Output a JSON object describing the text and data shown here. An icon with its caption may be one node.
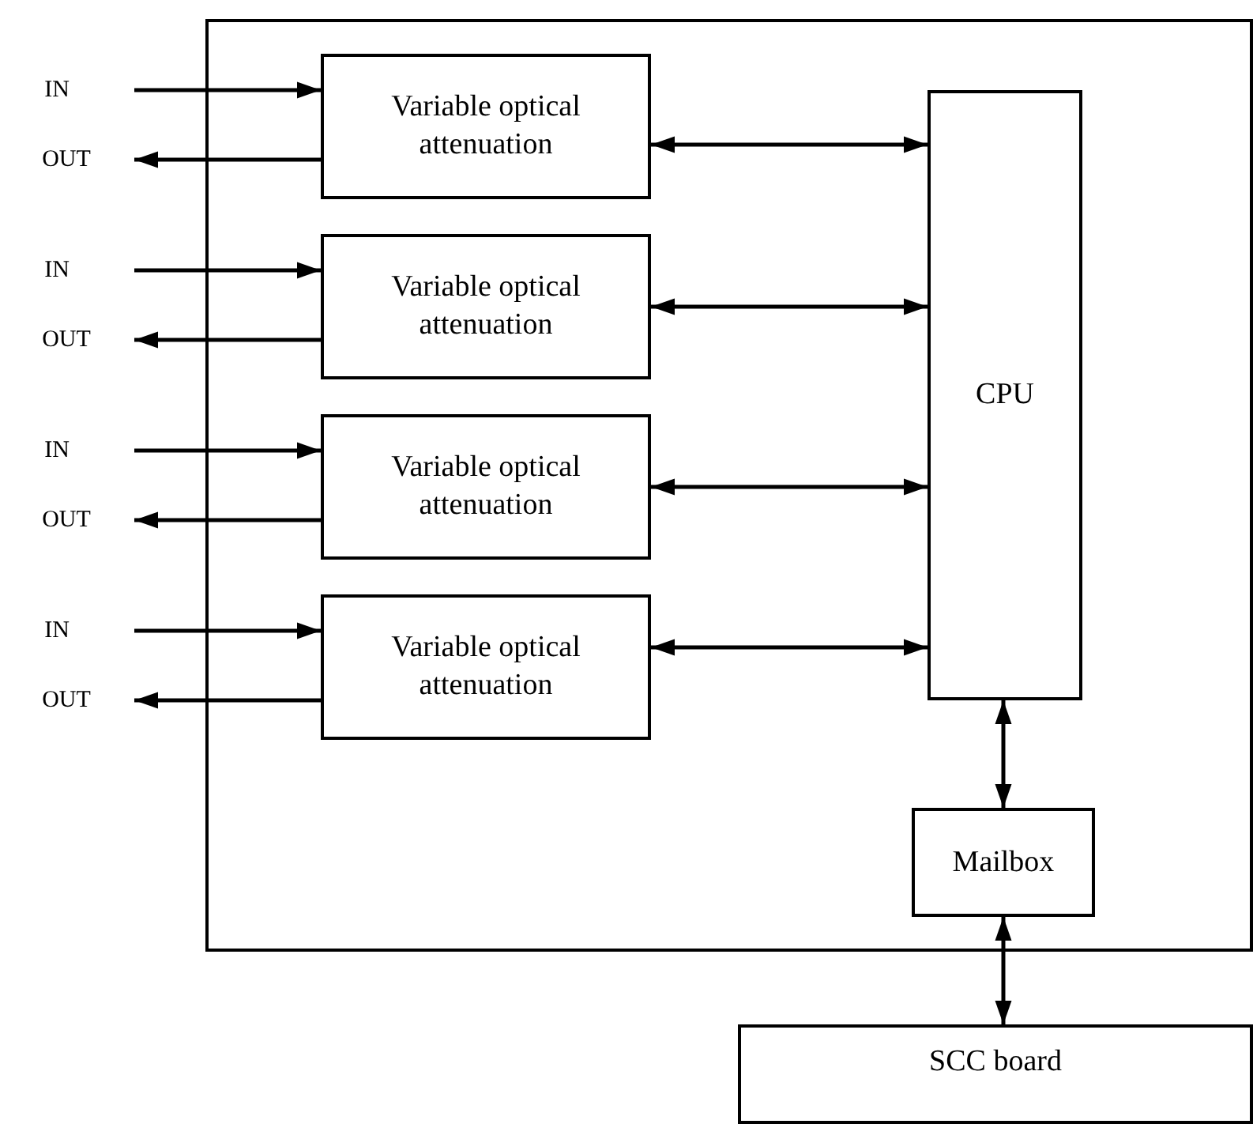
{
  "diagram": {
    "nodes": [
      {
        "text": [],
        "shape": "box"
      },
      {
        "text": [
          "IN"
        ]
      },
      {
        "text": [
          "OUT"
        ]
      },
      {
        "text": [
          "Variable optical attenuation"
        ],
        "in": 0
      },
      {
        "text": [
          "IN"
        ]
      },
      {
        "text": [
          "OUT"
        ]
      },
      {
        "text": [
          "Variable optical attenuation"
        ],
        "in": 0
      },
      {
        "text": [
          "IN"
        ]
      },
      {
        "text": [
          "OUT"
        ]
      },
      {
        "text": [
          "Variable optical attenuation"
        ],
        "in": 0
      },
      {
        "text": [
          "IN"
        ]
      },
      {
        "text": [
          "OUT"
        ]
      },
      {
        "text": [
          "Variable optical attenuation"
        ],
        "in": 0
      },
      {
        "text": [
          "CPU"
        ],
        "in": 0
      },
      {
        "text": [
          "Mailbox"
        ],
        "in": 0
      },
      {
        "text": [
          "SCC board"
        ]
      }
    ],
    "edges": [
      {
        "from": 1,
        "to": 3,
        "arrow": "to"
      },
      {
        "from": 3,
        "to": 2,
        "arrow": "to"
      },
      {
        "from": 4,
        "to": 6,
        "arrow": "to"
      },
      {
        "from": 6,
        "to": 5,
        "arrow": "to"
      },
      {
        "from": 7,
        "to": 9,
        "arrow": "to"
      },
      {
        "from": 9,
        "to": 8,
        "arrow": "to"
      },
      {
        "from": 10,
        "to": 12,
        "arrow": "to"
      },
      {
        "from": 12,
        "to": 11,
        "arrow": "to"
      },
      {
        "from": 3,
        "to": 13,
        "arrow": "both"
      },
      {
        "from": 6,
        "to": 13,
        "arrow": "both"
      },
      {
        "from": 9,
        "to": 13,
        "arrow": "both"
      },
      {
        "from": 12,
        "to": 13,
        "arrow": "both"
      },
      {
        "from": 13,
        "to": 14,
        "arrow": "both"
      },
      {
        "from": 14,
        "to": 15,
        "arrow": "both"
      }
    ]
  }
}
